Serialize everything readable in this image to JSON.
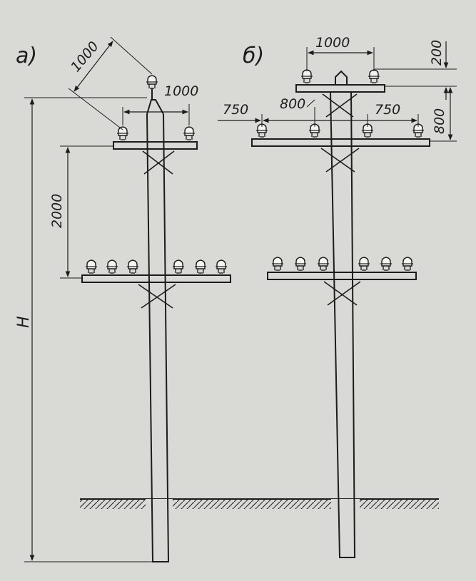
{
  "figure": {
    "label_a": "a)",
    "label_b": "б)",
    "a": {
      "top_inclined_dim": "1000",
      "top_horizontal_dim": "1000",
      "crossarm_spacing_dim": "2000",
      "height_dim": "H"
    },
    "b": {
      "top_width_dim": "1000",
      "top_offset_dim": "200",
      "side_vertical_dim": "800",
      "left_dim": "750",
      "center_dim": "800",
      "right_dim": "750"
    }
  },
  "colors": {
    "ink": "#1c1c1c",
    "paper": "#d9d9d5"
  }
}
